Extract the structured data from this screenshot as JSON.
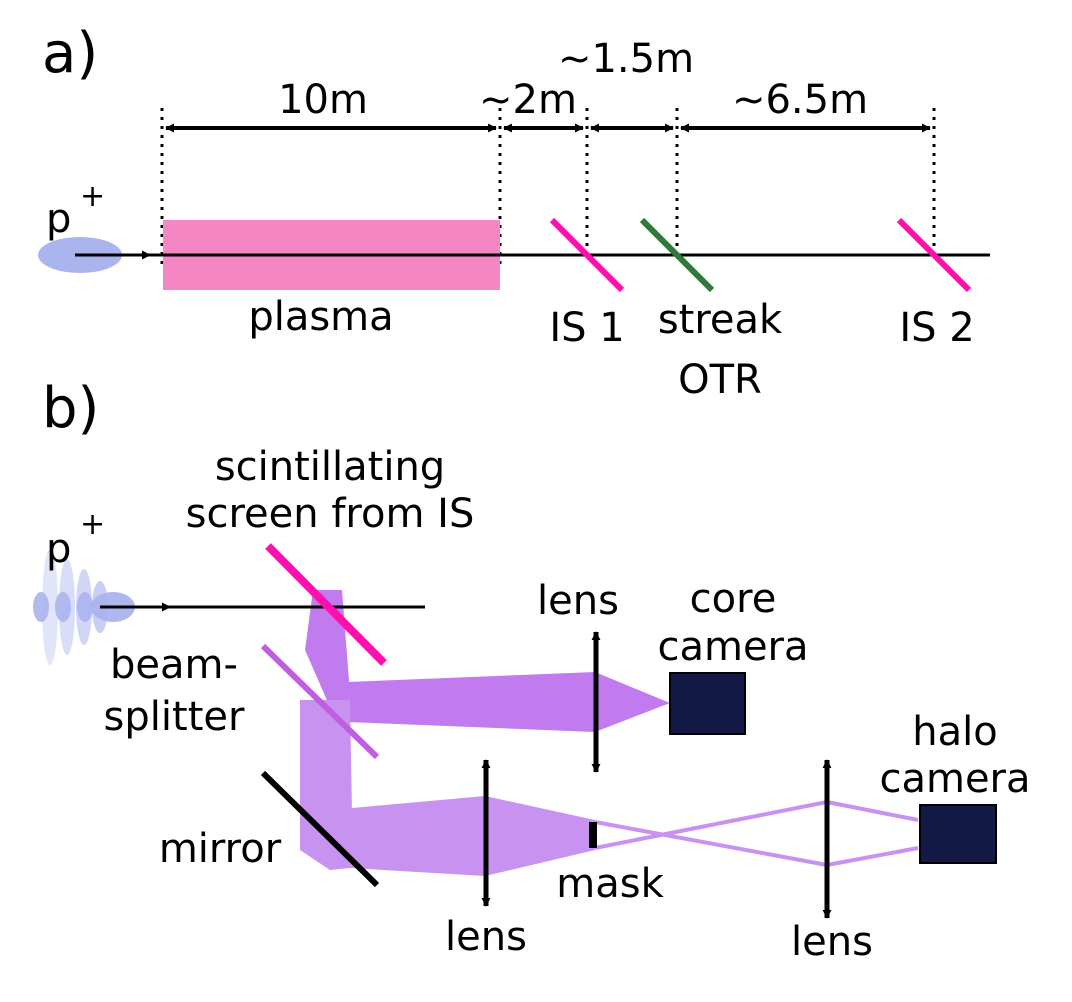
{
  "panel_a": {
    "panel_label": "a)",
    "beam_label": "p",
    "beam_superscript": "+",
    "distances": [
      "10m",
      "~2m",
      "~1.5m",
      "~6.5m"
    ],
    "plasma_label": "plasma",
    "screen1_label": "IS 1",
    "streak_label_line1": "streak",
    "streak_label_line2": "OTR",
    "screen2_label": "IS 2"
  },
  "panel_b": {
    "panel_label": "b)",
    "beam_label": "p",
    "beam_superscript": "+",
    "scint_label_line1": "scintillating",
    "scint_label_line2": "screen from IS",
    "beamsplitter_label_line1": "beam-",
    "beamsplitter_label_line2": "splitter",
    "mirror_label": "mirror",
    "lens_core_label": "lens",
    "core_camera_line1": "core",
    "core_camera_line2": "camera",
    "lens_halo1_label": "lens",
    "mask_label": "mask",
    "lens_halo2_label": "lens",
    "halo_camera_line1": "halo",
    "halo_camera_line2": "camera"
  },
  "colors": {
    "plasma": "#f386c3",
    "imaging_screen": "#ff0fae",
    "otr_screen": "#2f7a3b",
    "beam_blob": "#aab4ee",
    "light_path": "#c27bee",
    "beamsplitter": "#c15de0",
    "camera": "#141a46"
  }
}
